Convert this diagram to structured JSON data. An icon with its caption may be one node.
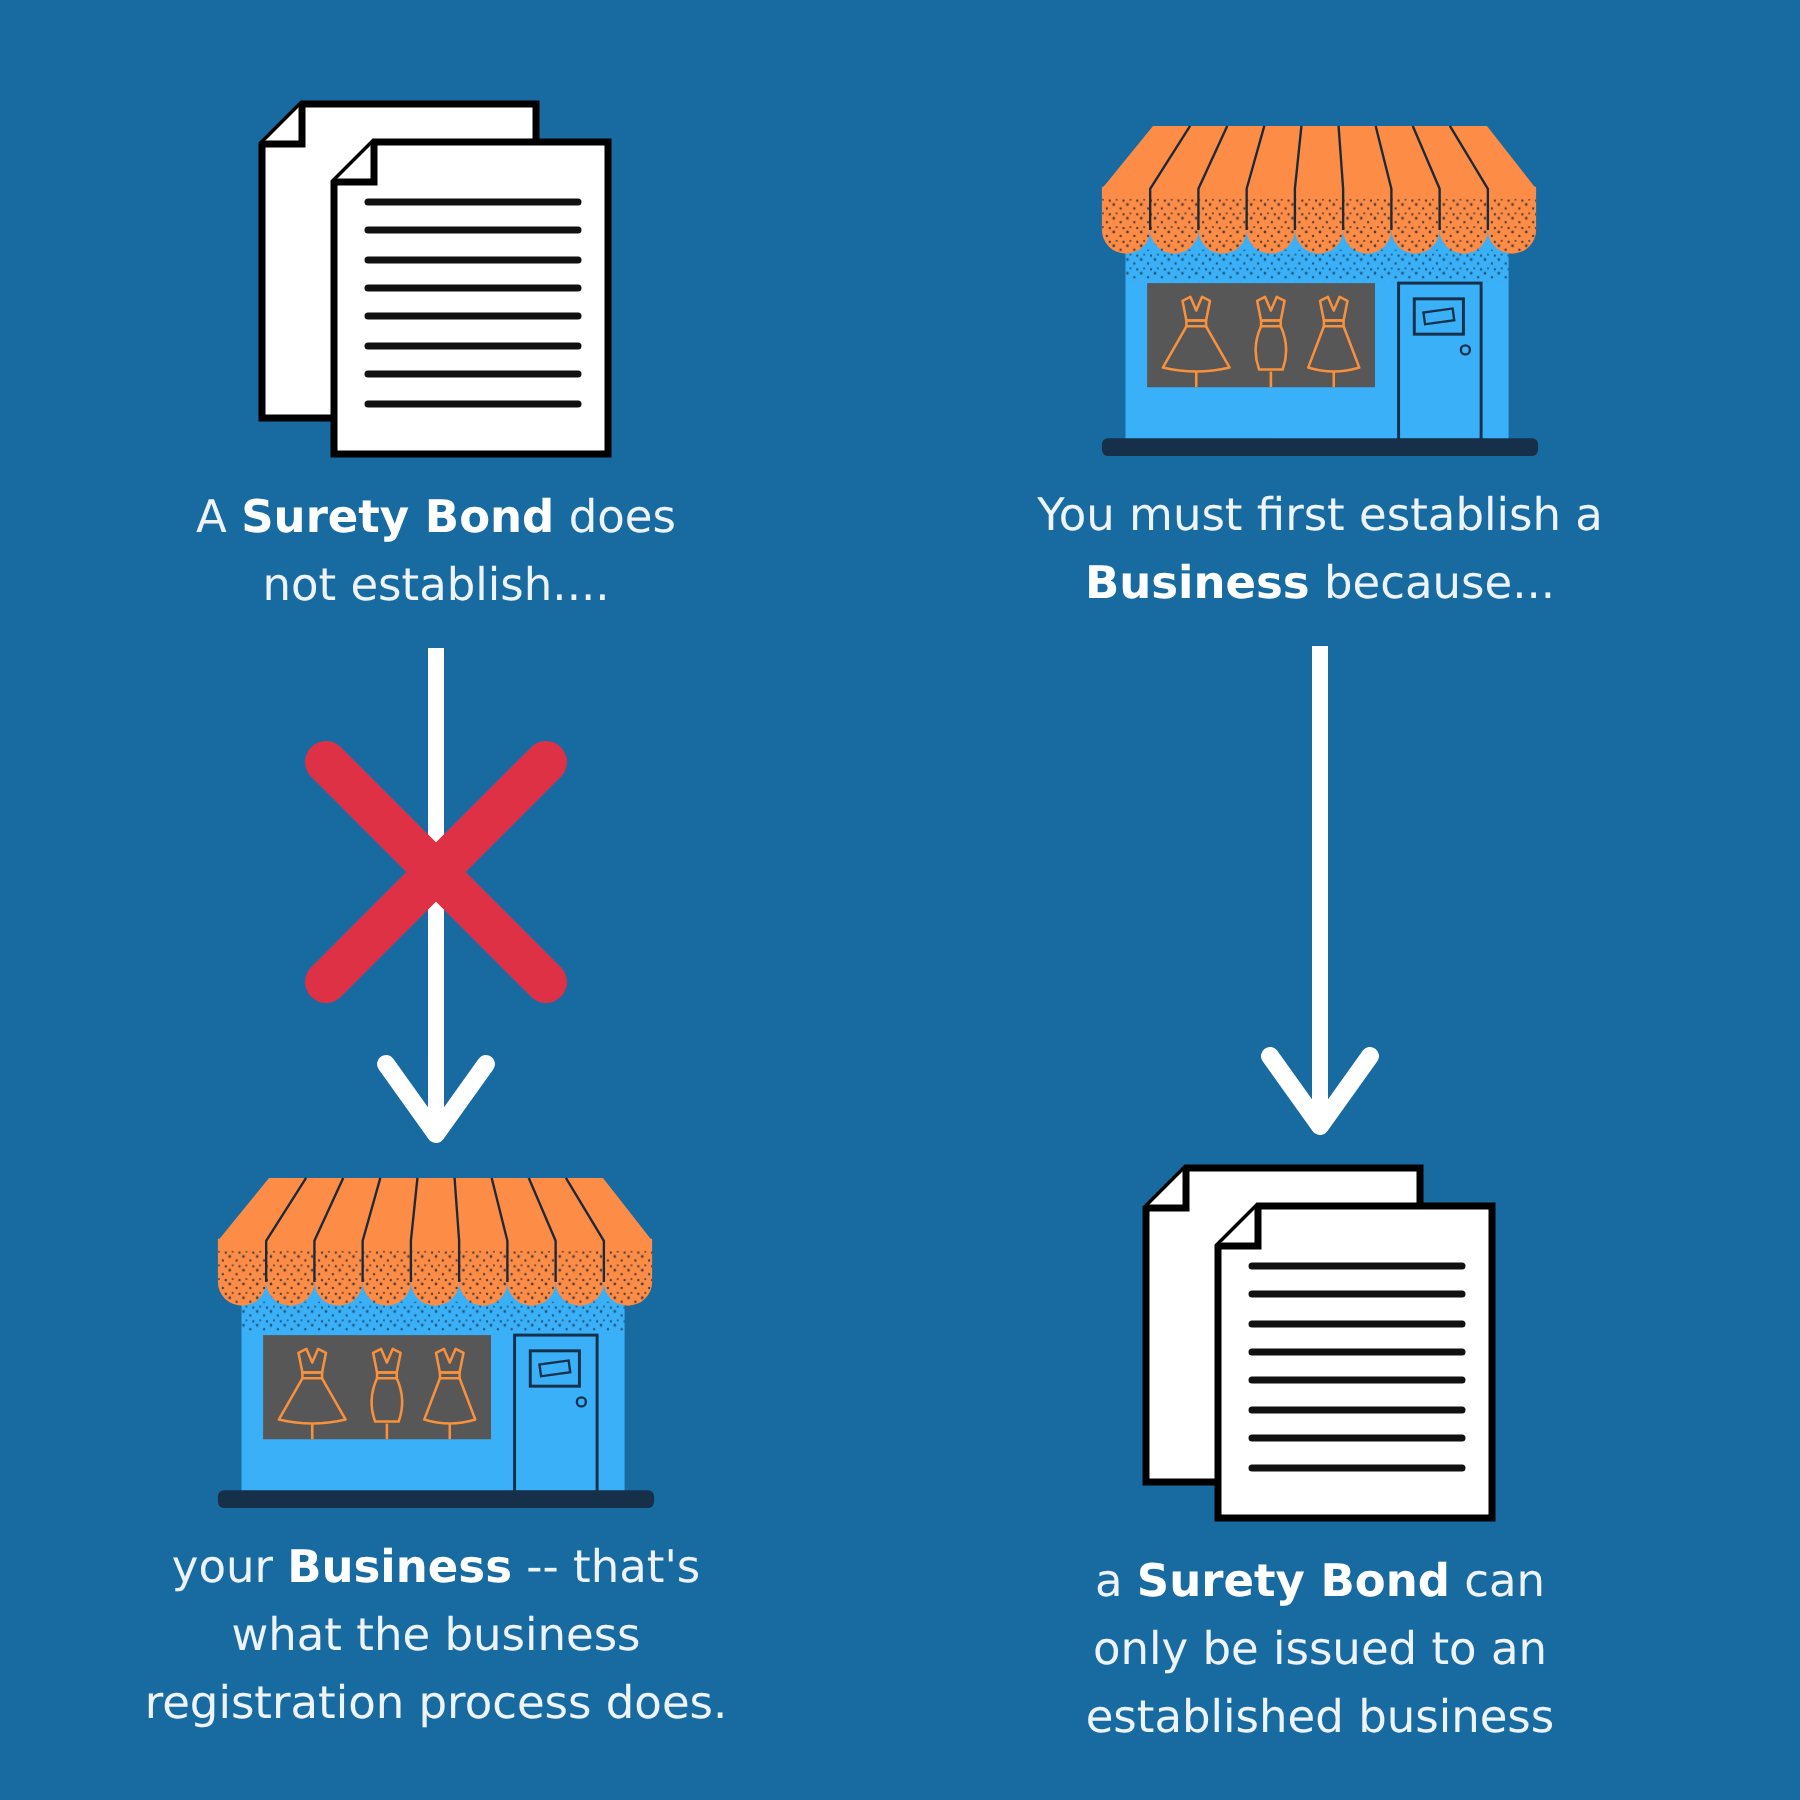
{
  "diagram": {
    "nodes": [
      {
        "text": [
          "A **Surety Bond** does not establish...."
        ]
      },
      {
        "text": [
          "You must first establish a **Business** because..."
        ]
      },
      {
        "text": [
          "your **Business** -- that's what the business registration process does."
        ]
      },
      {
        "text": [
          "a **Surety Bond** can only be issued to an established business"
        ]
      }
    ],
    "edges": [
      {
        "from": 0,
        "to": 2,
        "arrow": "to"
      },
      {
        "from": 1,
        "to": 3,
        "arrow": "to"
      }
    ]
  }
}
